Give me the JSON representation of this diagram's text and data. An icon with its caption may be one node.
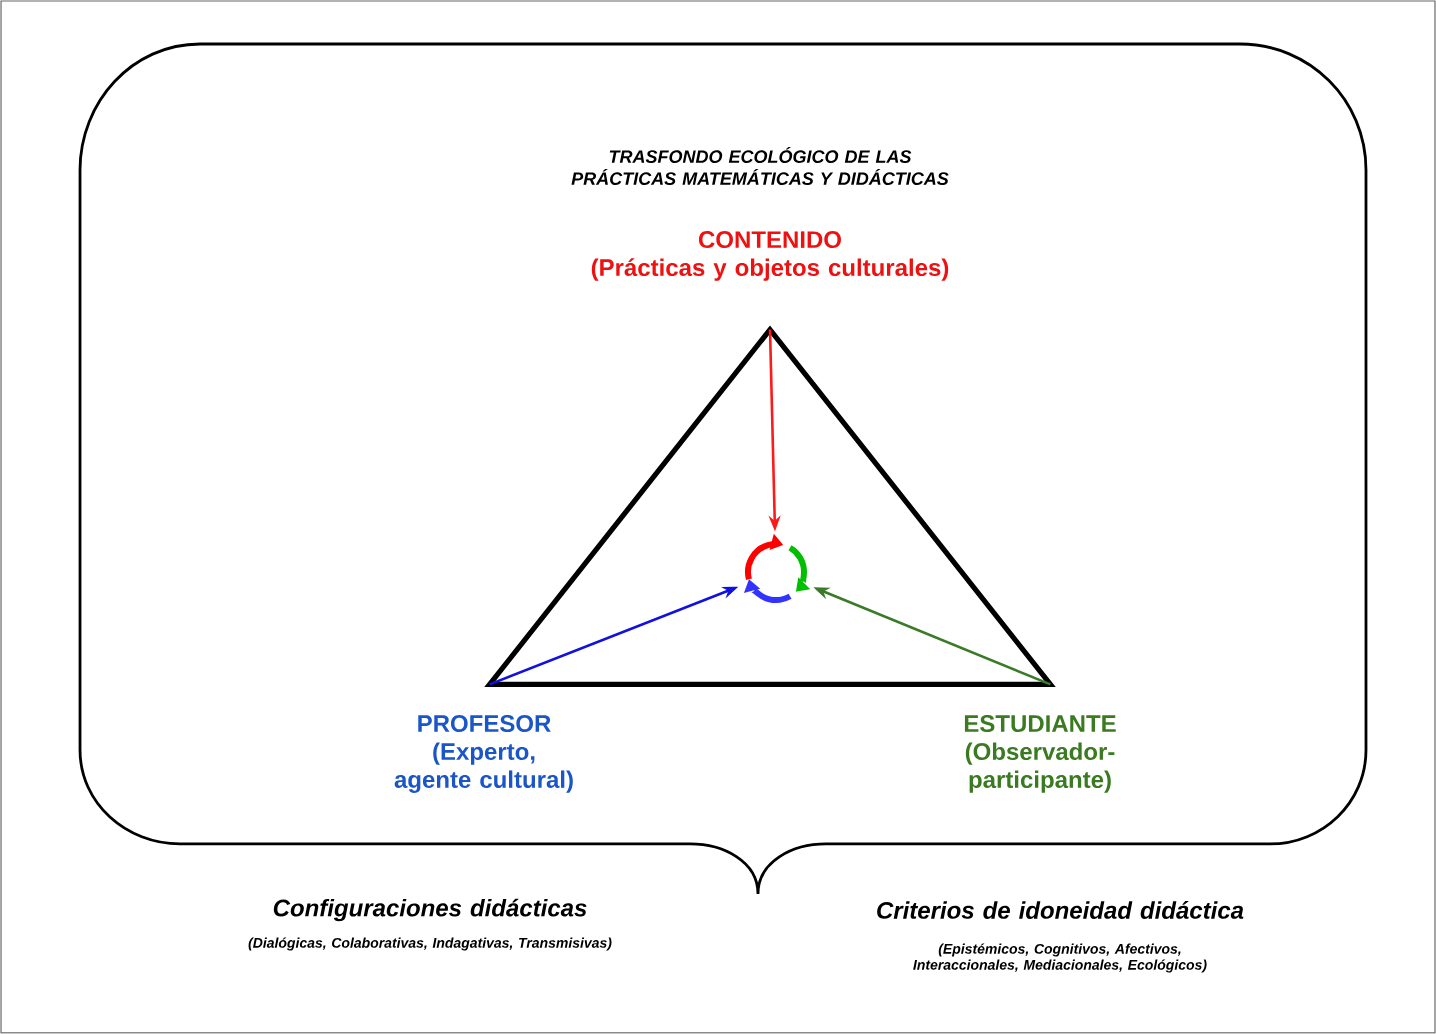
{
  "diagram": {
    "nodes": [
      {
        "text": [
          "TRASFONDO ECOLÓGICO DE LAS PRÁCTICAS MATEMÁTICAS Y DIDÁCTICAS"
        ]
      },
      {
        "text": [
          "CONTENIDO",
          "(Prácticas y objetos culturales)"
        ],
        "in": 0
      },
      {
        "text": [
          "PROFESOR",
          "(Experto, agente cultural)"
        ],
        "in": 0
      },
      {
        "text": [
          "ESTUDIANTE",
          "(Observador-participante)"
        ],
        "in": 0
      },
      {
        "text": [],
        "shape": "triangle",
        "in": 0
      },
      {
        "text": [],
        "shape": "circle",
        "in": 4
      }
    ],
    "edges": [
      {
        "from": 4,
        "to": 5,
        "arrow": "to",
        "color": "#ff1a1a"
      },
      {
        "from": 4,
        "to": 5,
        "arrow": "to",
        "color": "#1010e0"
      },
      {
        "from": 4,
        "to": 5,
        "arrow": "to",
        "color": "#3a7a28"
      }
    ],
    "labels": [
      "Configuraciones didácticas",
      "(Dialógicas, Colaborativas, Indagativas, Transmisivas)",
      "Criterios de idoneidad didáctica",
      "(Epistémicos, Cognitivos, Afectivos, Interaccionales, Mediacionales, Ecológicos)"
    ]
  }
}
